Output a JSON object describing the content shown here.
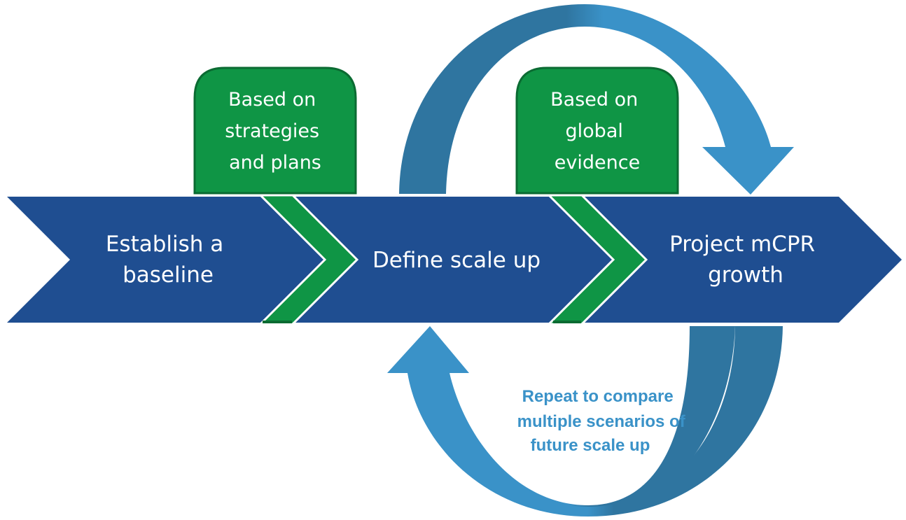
{
  "colors": {
    "chevron_blue": "#1f4e91",
    "callout_green": "#0f9545",
    "callout_green_border": "#0b6b32",
    "arrow_light": "#3a92c8",
    "arrow_dark": "#2f75a0",
    "loop_text": "#3a92c8"
  },
  "steps": [
    {
      "lines": [
        "Establish a",
        "baseline"
      ]
    },
    {
      "lines": [
        "Define scale up"
      ]
    },
    {
      "lines": [
        "Project mCPR",
        "growth"
      ]
    }
  ],
  "callouts": [
    {
      "lines": [
        "Based on",
        "strategies",
        "and plans"
      ]
    },
    {
      "lines": [
        "Based on",
        "global",
        "evidence"
      ]
    }
  ],
  "loop_note": {
    "lines": [
      "Repeat to compare",
      "multiple scenarios of",
      "future scale up"
    ]
  }
}
